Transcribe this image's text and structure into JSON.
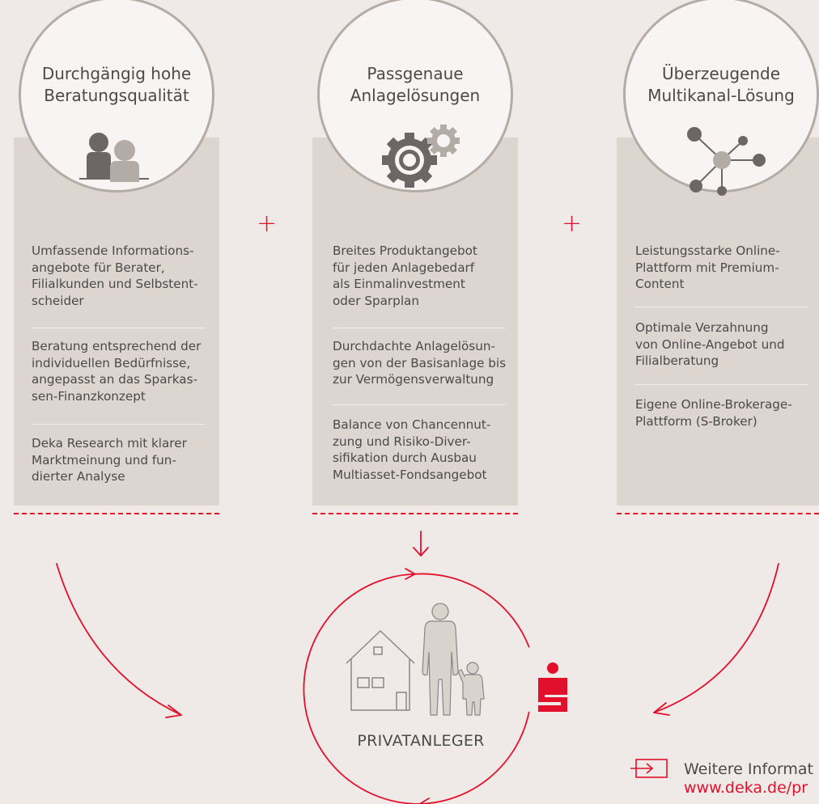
{
  "columns": [
    {
      "title_lines": [
        "Durchgängig hohe",
        "Beratungsqualität"
      ],
      "icon": "people-icon",
      "items": [
        [
          "Umfassende Informations-",
          "angebote für Berater,",
          "Filialkunden und Selbstent-",
          "scheider"
        ],
        [
          "Beratung entsprechend der",
          "individuellen Bedürfnisse,",
          "angepasst an das Sparkas-",
          "sen-Finanzkonzept"
        ],
        [
          "Deka Research mit klarer",
          "Marktmeinung und fun-",
          "dierter Analyse"
        ]
      ]
    },
    {
      "title_lines": [
        "Passgenaue",
        "Anlagelösungen"
      ],
      "icon": "gears-icon",
      "items": [
        [
          "Breites Produktangebot",
          "für jeden Anlagebedarf",
          "als Einmalinvestment",
          "oder Sparplan"
        ],
        [
          "Durchdachte Anlagelösun-",
          "gen von der Basisanlage bis",
          "zur Vermögensverwaltung"
        ],
        [
          "Balance von Chancennut-",
          "zung und Risiko-Diver-",
          "sifikation durch Ausbau",
          "Multiasset-Fondsangebot"
        ]
      ]
    },
    {
      "title_lines": [
        "Überzeugende",
        "Multikanal-Lösung"
      ],
      "icon": "network-icon",
      "items": [
        [
          "Leistungsstarke Online-",
          "Plattform mit Premium-",
          "Content"
        ],
        [
          "Optimale Verzahnung",
          "von Online-Angebot und",
          "Filialberatung"
        ],
        [
          "Eigene Online-Brokerage-",
          "Plattform (S-Broker)"
        ]
      ]
    }
  ],
  "plus_symbol": "+",
  "center_label": "PRIVATANLEGER",
  "more_info_text": "Weitere Informat",
  "more_info_link": "www.deka.de/pr",
  "colors": {
    "accent": "#e2102b",
    "panel": "#dcd5d0",
    "background": "#efeae8",
    "circle_border": "#b3aba6"
  }
}
